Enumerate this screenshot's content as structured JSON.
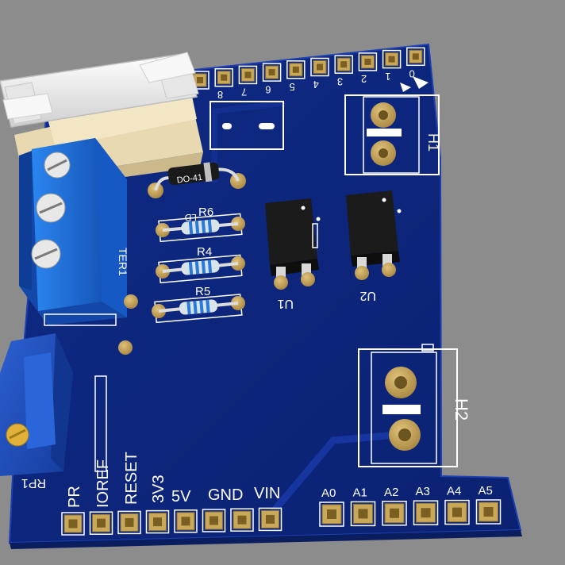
{
  "colors": {
    "background": "#8c8c8c",
    "board": "#0f2a86",
    "board_edge": "#1c3fb3",
    "trace": "#17359e",
    "silkscreen": "#ffffff",
    "pad": "#c9a85a",
    "terminal_block": "#1f6fd6",
    "potentiometer": "#1e4fbf",
    "fuse_body": "#f4f4f4",
    "fuse_holder": "#f2e6c4",
    "ic_body": "#1b1b1b",
    "resistor_body": "#d8e4ea",
    "resistor_band": "#2a7ad8"
  },
  "header_top": {
    "pin_labels": [
      "8",
      "7",
      "6",
      "5",
      "4",
      "3",
      "2",
      "1",
      "0"
    ]
  },
  "header_power": {
    "labels": [
      "PR",
      "IOREF",
      "RESET",
      "3V3",
      "5V",
      "GND",
      "VIN"
    ]
  },
  "header_analog": {
    "labels": [
      "A0",
      "A1",
      "A2",
      "A3",
      "A4",
      "A5"
    ]
  },
  "components": {
    "fuse": "",
    "diode": "DO-41",
    "terminal": "TER1",
    "pot": "RP1",
    "r6": "R6",
    "r6_extra": "LD",
    "r4": "R4",
    "r5": "R5",
    "u1": "U1",
    "u2": "U2",
    "h1": "H1",
    "h2": "H2"
  },
  "icons": [
    "screw-terminal-icon",
    "fuse-icon",
    "potentiometer-icon",
    "optocoupler-icon",
    "resistor-icon",
    "diode-icon",
    "connector-icon"
  ]
}
